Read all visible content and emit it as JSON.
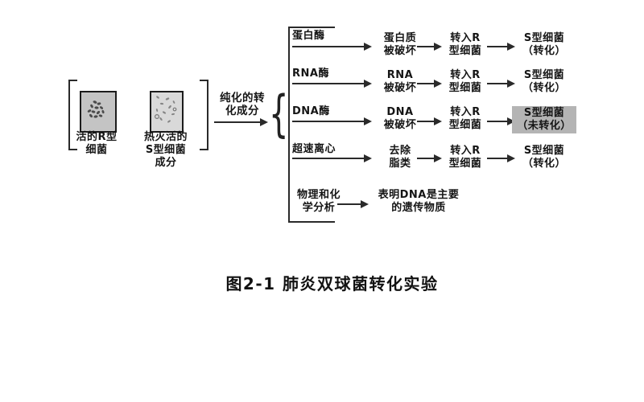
{
  "figure": {
    "inputs": {
      "r_label": "活的R型\n细菌",
      "s_label": "热灭活的\nS型细菌\n成分"
    },
    "purified_label": "纯化的转\n化成分",
    "rows": [
      {
        "treatment": "蛋白酶",
        "effect": "蛋白质\n被破坏",
        "transfer": "转入R\n型细菌",
        "result": "S型细菌\n（转化）",
        "highlighted": false
      },
      {
        "treatment": "RNA酶",
        "effect": "RNA\n被破坏",
        "transfer": "转入R\n型细菌",
        "result": "S型细菌\n（转化）",
        "highlighted": false
      },
      {
        "treatment": "DNA酶",
        "effect": "DNA\n被破坏",
        "transfer": "转入R\n型细菌",
        "result": "S型细菌\n（未转化）",
        "highlighted": true
      },
      {
        "treatment": "超速离心",
        "effect": "去除\n脂类",
        "transfer": "转入R\n型细菌",
        "result": "S型细菌\n（转化）",
        "highlighted": false
      }
    ],
    "analysis": {
      "treatment": "物理和化\n学分析",
      "conclusion": "表明DNA是主要\n的遗传物质"
    },
    "caption": "图2-1  肺炎双球菌转化实验",
    "colors": {
      "line": "#2a2a2a",
      "highlight": "#b4b4b4",
      "r_box_fill": "#c4c4c4",
      "s_box_fill": "#d9d9d9"
    }
  }
}
